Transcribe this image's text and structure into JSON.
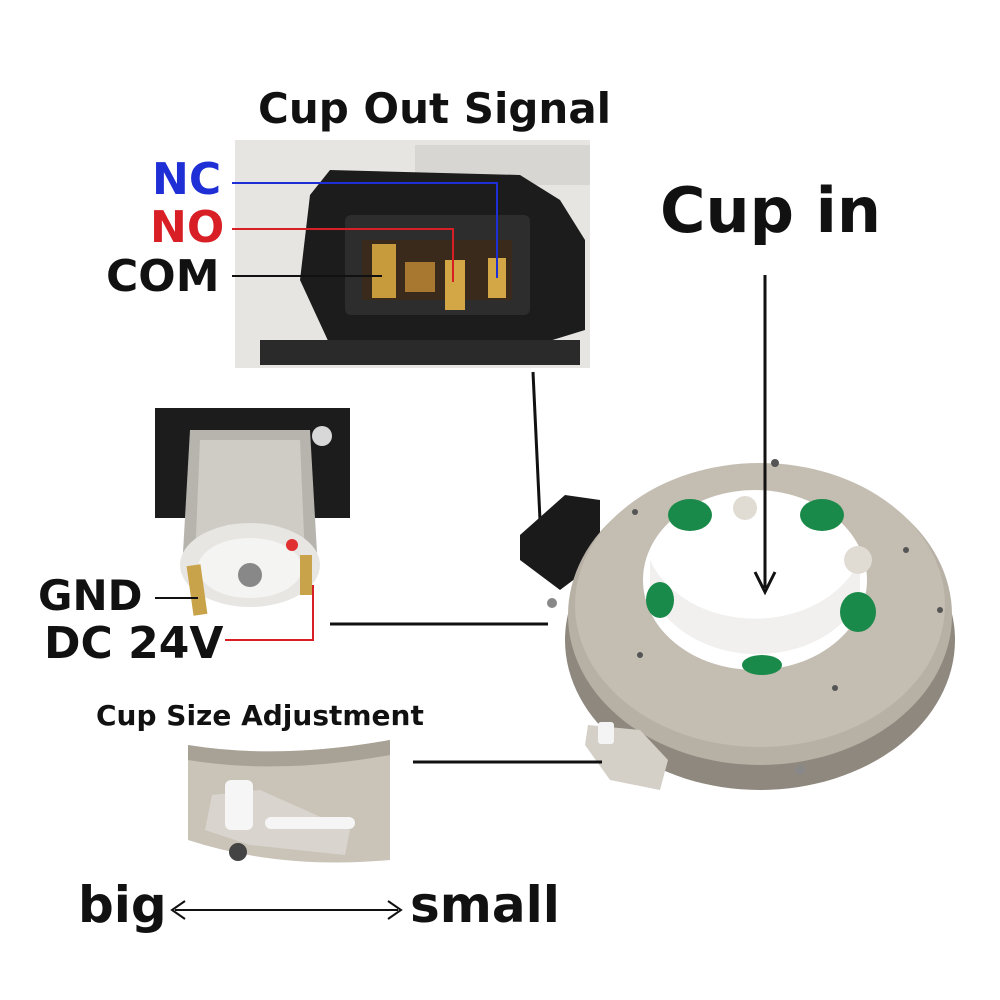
{
  "labels": {
    "cup_out_signal": "Cup Out Signal",
    "nc": "NC",
    "no": "NO",
    "com": "COM",
    "cup_in": "Cup in",
    "gnd": "GND",
    "dc24v": "DC 24V",
    "cup_size_adjustment": "Cup Size Adjustment",
    "big": "big",
    "small": "small"
  },
  "colors": {
    "nc": "#1f2fd6",
    "no": "#d81f26",
    "text": "#111111",
    "ring": "#b5ada1",
    "green": "#1a8a4a"
  }
}
